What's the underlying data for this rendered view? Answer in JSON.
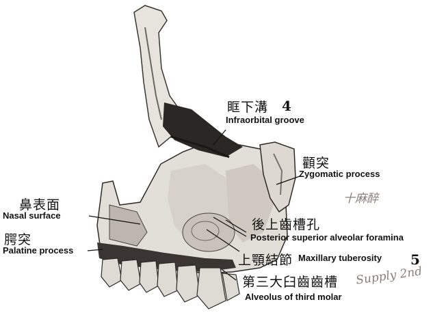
{
  "labels": {
    "infraorbital": {
      "cn": "眶下溝",
      "num": "4",
      "en": "Infraorbital groove"
    },
    "zygomatic": {
      "cn": "顴突",
      "en": "Zygomatic process"
    },
    "nasal": {
      "cn": "鼻表面",
      "en": "Nasal surface"
    },
    "palatine": {
      "cn": "腭突",
      "en": "Palatine process"
    },
    "posterior_alveolar": {
      "cn": "後上齒槽孔",
      "en": "Posterior superior alveolar foramina"
    },
    "tuberosity": {
      "cn": "上顎結節",
      "en": "Maxillary tuberosity",
      "num": "5"
    },
    "third_molar": {
      "cn": "第三大臼齒齒槽",
      "en": "Alveolus of third molar"
    }
  },
  "handwriting": {
    "note_top": "十麻醉",
    "note_bottom": "Supply 2nd"
  },
  "colors": {
    "bone_light": "#e9e6e1",
    "bone_mid": "#b9b4ad",
    "bone_dark": "#2a2623",
    "ink": "#111111"
  }
}
